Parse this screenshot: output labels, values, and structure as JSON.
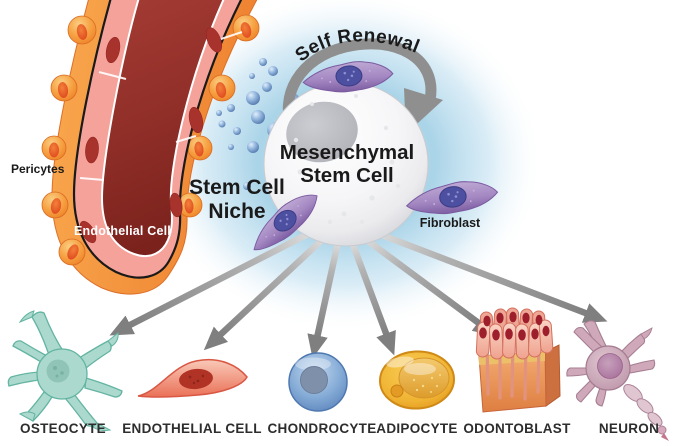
{
  "title": "Mesenchymal Stem Cell differentiation diagram",
  "diagram": {
    "self_renewal_label": "Self Renewal",
    "central_cell": {
      "line1": "Mesenchymal",
      "line2": "Stem Cell"
    },
    "niche_label": {
      "line1": "Stem Cell",
      "line2": "Niche"
    },
    "vessel": {
      "pericytes_label": "Pericytes",
      "endothelial_label": "Endothelial Cell",
      "lumen_color": "#8e2d27",
      "wall_color": "#f5a29b",
      "pericyte_layer_color": "#f29a3d"
    },
    "fibroblast_label": "Fibroblast",
    "niche_glow_color": "#aad4e8",
    "arrow_color": "#8a8a8a",
    "stem_cell_body_color": "#a488c2",
    "differentiated_cells": [
      {
        "label": "OSTEOCYTE",
        "color": "#abd9ce"
      },
      {
        "label": "ENDOTHELIAL CELL",
        "color": "#ee8168"
      },
      {
        "label": "CHONDROCYTE",
        "color": "#7fa6d2"
      },
      {
        "label": "ADIPOCYTE",
        "color": "#efb232"
      },
      {
        "label": "ODONTOBLAST",
        "color": "#eb9a6b"
      },
      {
        "label": "NEURON",
        "color": "#c9a3b4"
      }
    ]
  }
}
